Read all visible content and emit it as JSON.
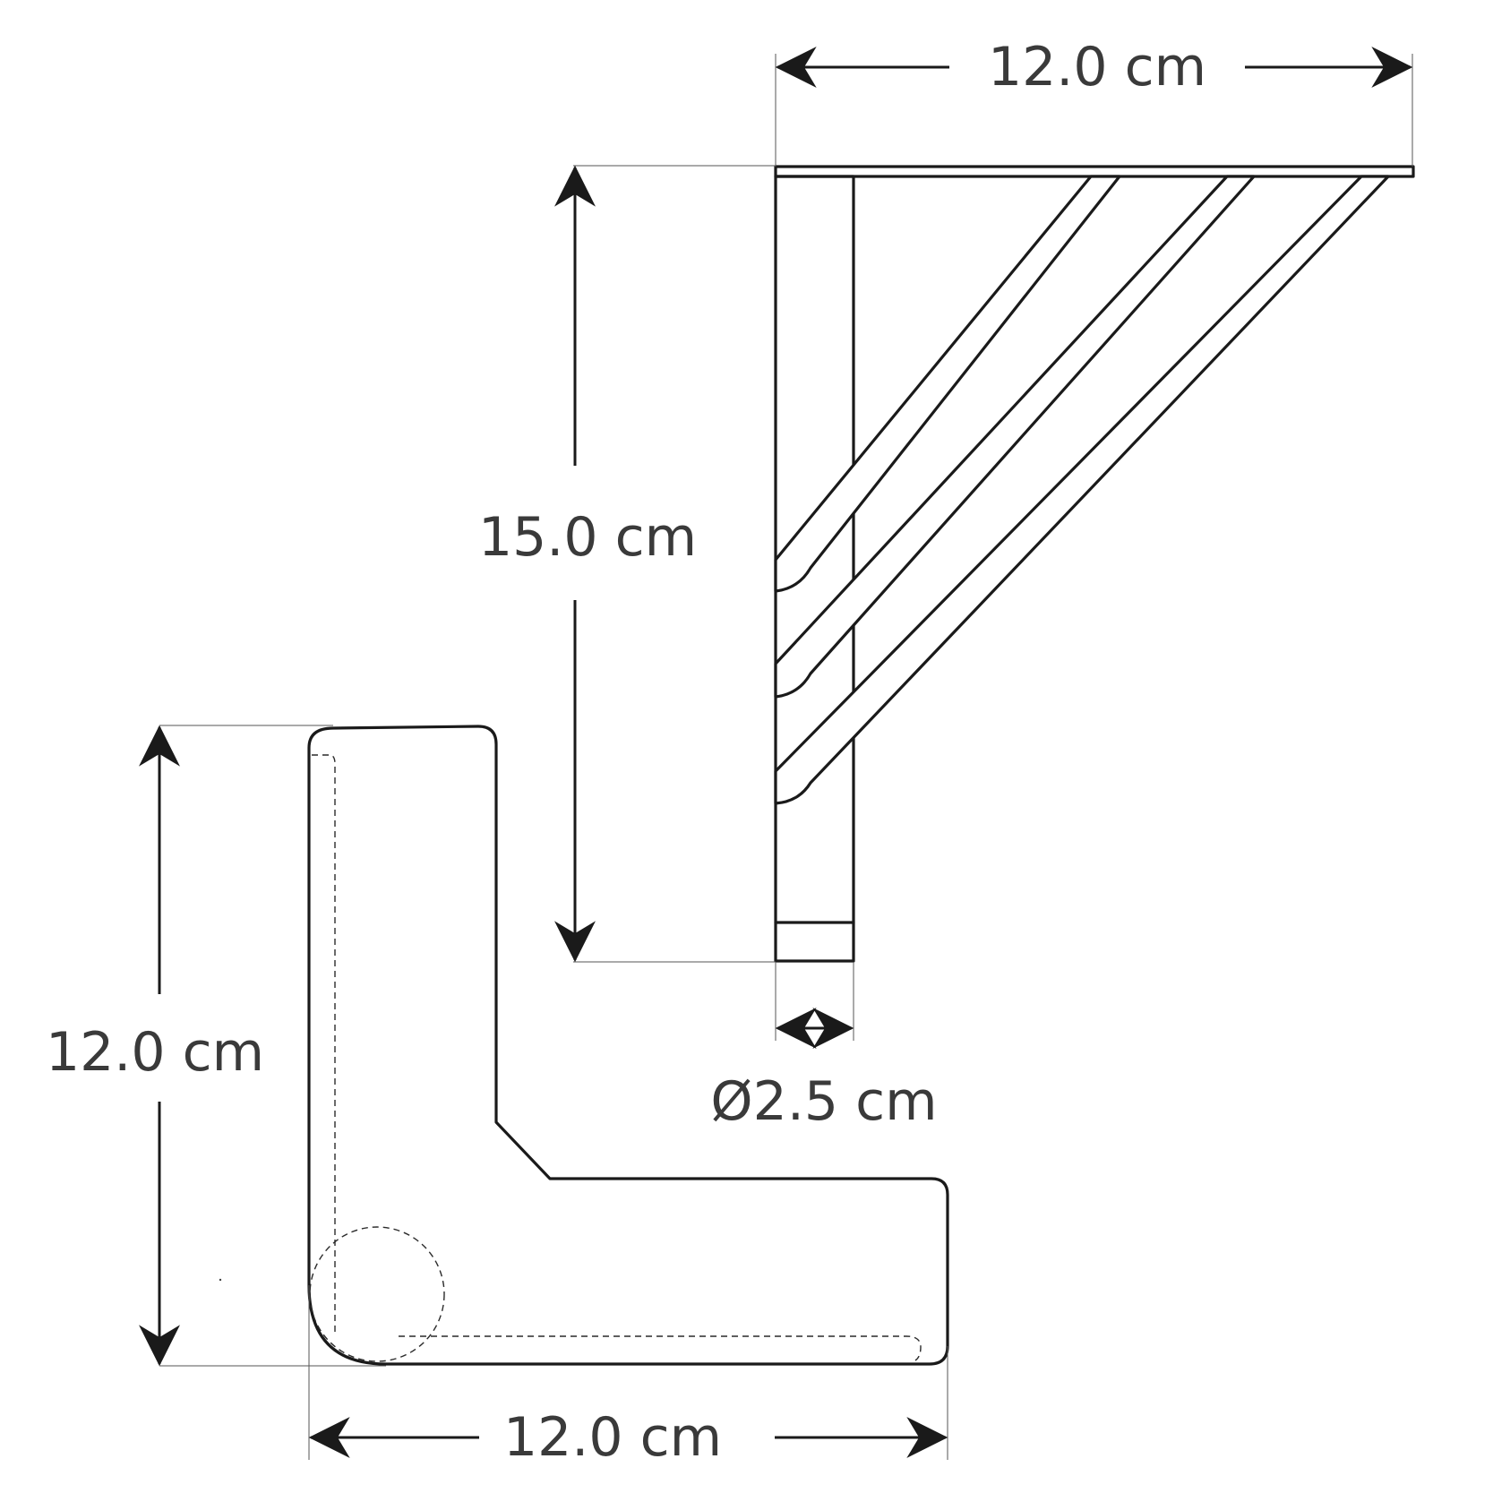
{
  "dimensions": {
    "top_width": "12.0 cm",
    "height": "15.0 cm",
    "diameter": "Ø2.5 cm",
    "front_height": "12.0 cm",
    "front_width": "12.0 cm"
  }
}
